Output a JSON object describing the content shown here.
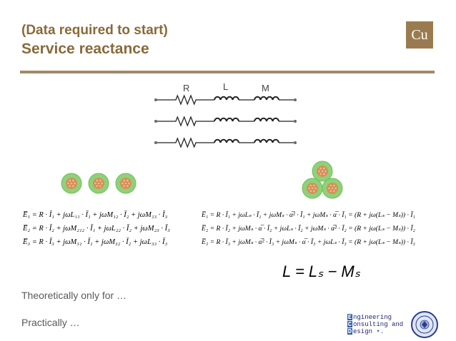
{
  "header": {
    "title_line1": "(Data required to start)",
    "title_line2": "Service reactance",
    "badge": "Cu"
  },
  "circuit": {
    "labels": [
      "R",
      "L",
      "M"
    ]
  },
  "equations_left": [
    "E̅₁ = R · Ī₁ + jωL₁₁ · Ī₁ + jωM₁₂ · Ī₂ + jωM₁₃ · Ī₃",
    "E̅₂ = R · Ī₂ + jωM₂₁₂ · Ī₁ + jωL₂₂ · Ī₂ + jωM₂₃ · Ī₃",
    "E̅₃ = R · Ī₃ + jωM₃₁ · Ī₁ + jωM₃₂ · Ī₂ + jωL₃₃ · Ī₃"
  ],
  "equations_right": [
    "E̅₁ = R · Ī₁ + jωLₛ · Ī₁ + jωMₛ · α̅² · Ī₁ + jωMₛ · α̅ · Ī₁ = (R + jω(Lₛ − Mₛ)) · Ī₁",
    "E̅₂ = R · Ī₂ + jωMₛ · α̅ · Ī₂ + jωLₛ · Ī₂ + jωMₛ · α̅² · Ī₂ = (R + jω(Lₛ − Mₛ)) · Ī₂",
    "E̅₃ = R · Ī₃ + jωMₛ · α̅² · Ī₃ + jωMₛ · α̅ · Ī₃ + jωLₛ · Ī₃ = (R + jω(Lₛ − Mₛ)) · Ī₃"
  ],
  "result_equation": "L = Lₛ − Mₛ",
  "notes": {
    "theoretically": "Theoretically only for …",
    "practically": "Practically …"
  },
  "logo": {
    "lines": [
      {
        "cap": "E",
        "rest": "ngineering"
      },
      {
        "cap": "C",
        "rest": "onsulting and"
      },
      {
        "cap": "D",
        "rest": "esign"
      }
    ]
  },
  "colors": {
    "accent": "#9a7b4f",
    "title": "#8a6a3a",
    "cable_outer": "#8fd17a",
    "cable_core": "#d9905a"
  }
}
